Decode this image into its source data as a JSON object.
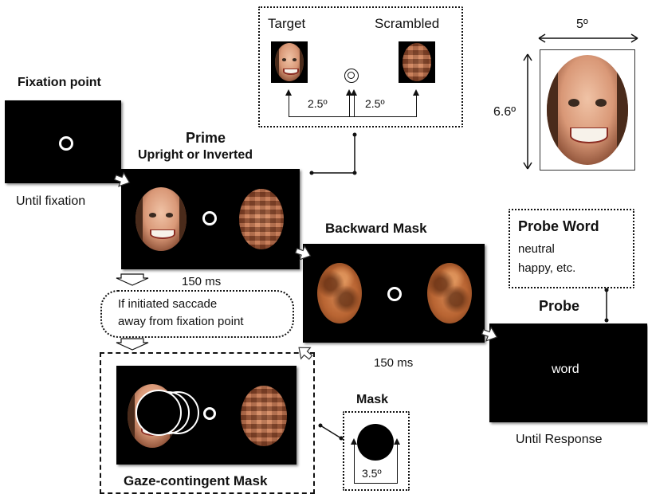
{
  "fixation": {
    "title": "Fixation point",
    "caption": "Until  fixation"
  },
  "prime": {
    "title": "Prime",
    "subtitle": "Upright  or  Inverted",
    "duration": "150 ms"
  },
  "saccade_note": {
    "line1": "If initiated saccade",
    "line2": "away from fixation point"
  },
  "gaze": {
    "title": "Gaze-contingent Mask"
  },
  "mask_box": {
    "title": "Mask",
    "size": "3.5º"
  },
  "stimulus_inset": {
    "target": "Target",
    "scrambled": "Scrambled",
    "left_dist": "2.5º",
    "right_dist": "2.5º"
  },
  "face_size": {
    "width": "5º",
    "height": "6.6º"
  },
  "backward_mask": {
    "title": "Backward  Mask",
    "duration": "150 ms"
  },
  "probe_word_box": {
    "title": "Probe Word",
    "line1": "neutral",
    "line2": "happy, etc."
  },
  "probe": {
    "title": "Probe",
    "word": "word",
    "caption": "Until  Response"
  }
}
